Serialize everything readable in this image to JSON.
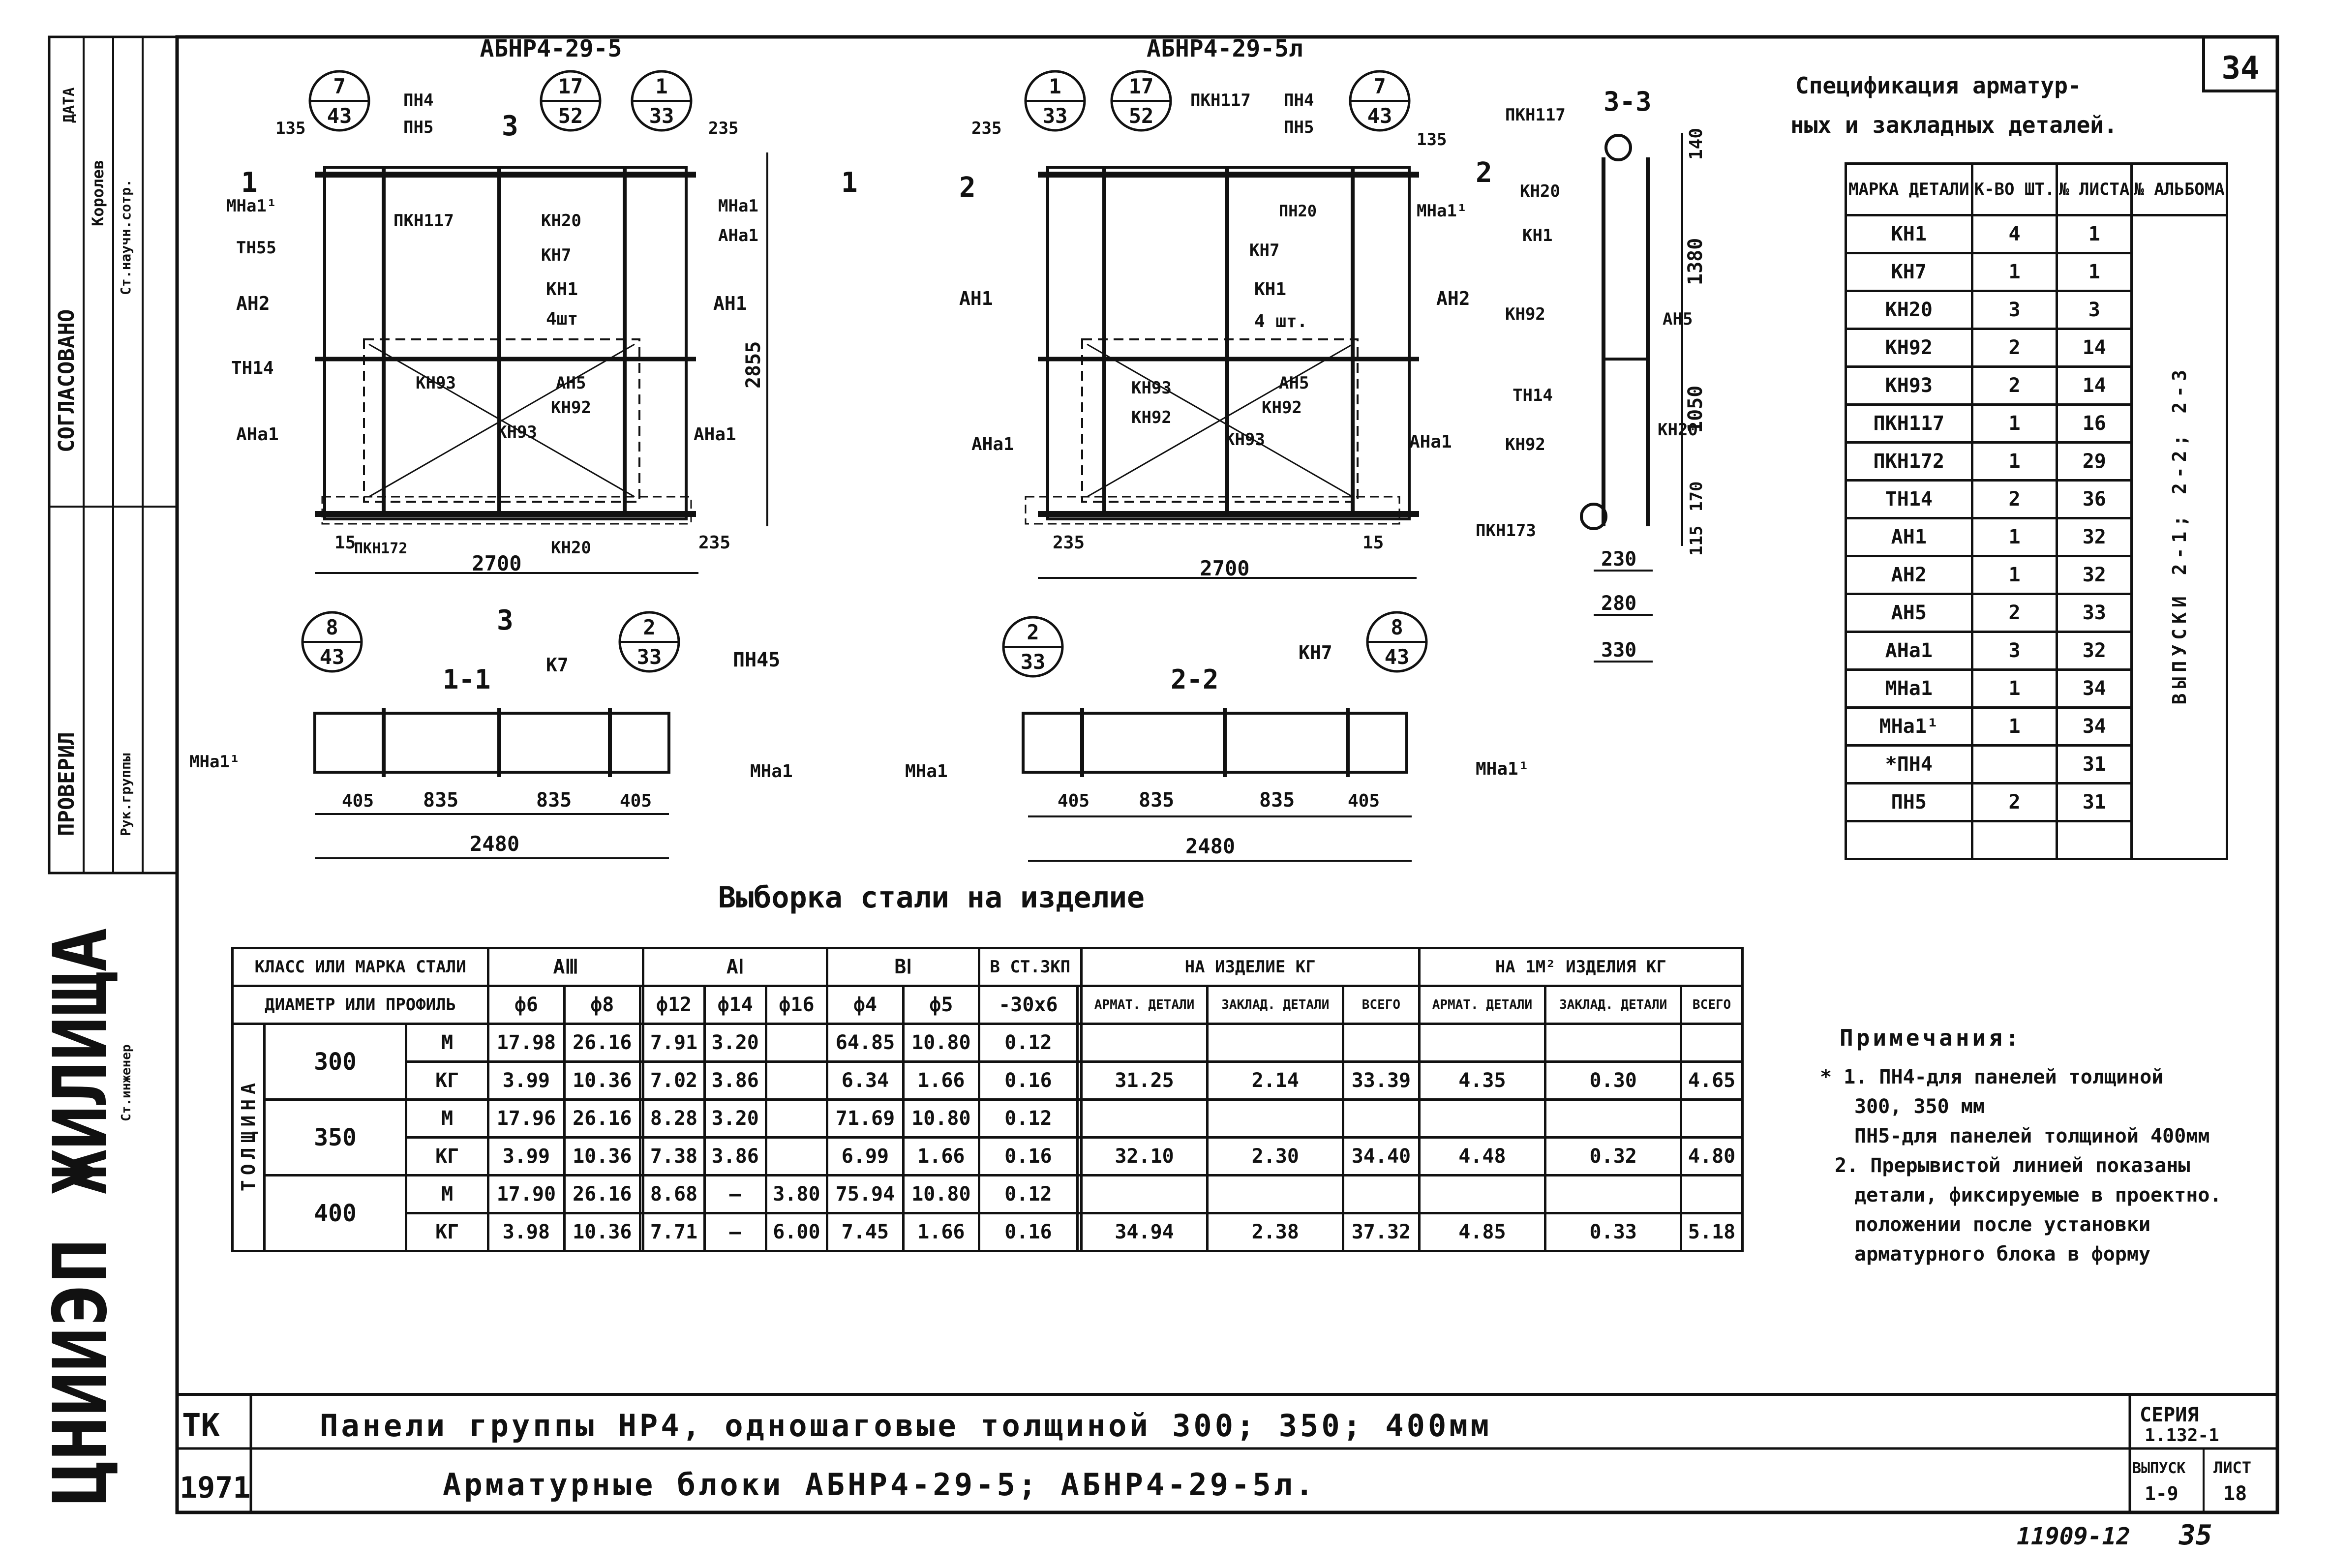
{
  "sheet_number": "34",
  "drawing_titles": {
    "left": "АБНР4-29-5",
    "right": "АБНР4-29-5л"
  },
  "section_labels": {
    "s11": "1-1",
    "s22": "2-2",
    "s33": "3-3",
    "m1": "1",
    "m2": "2",
    "m3": "3"
  },
  "circle_refs": [
    {
      "top": "7",
      "bottom": "43"
    },
    {
      "top": "17",
      "bottom": "52"
    },
    {
      "top": "1",
      "bottom": "33"
    },
    {
      "top": "1",
      "bottom": "33"
    },
    {
      "top": "17",
      "bottom": "52"
    },
    {
      "top": "7",
      "bottom": "43"
    },
    {
      "top": "8",
      "bottom": "43"
    },
    {
      "top": "2",
      "bottom": "33"
    },
    {
      "top": "2",
      "bottom": "33"
    },
    {
      "top": "8",
      "bottom": "43"
    }
  ],
  "left_labels": {
    "pn4": "ПН4",
    "pn5": "ПН5",
    "pkn117": "ПКН117",
    "kn20": "КН20",
    "kn7": "КН7",
    "kn1": "КН1",
    "qty": "4шт",
    "tn55": "ТН55",
    "an2": "АН2",
    "an1": "АН1",
    "tn14": "ТН14",
    "kn93a": "КН93",
    "an5": "АН5",
    "kn92": "КН92",
    "kn93b": "КН93",
    "ana1l": "АНа1",
    "ana1r": "АНа1",
    "mna1": "МНа1",
    "mna11": "МНа1¹",
    "ana1": "АНа1",
    "pkn172": "ПКН172",
    "kn20b": "КН20",
    "d135": "135",
    "d235": "235",
    "d2855": "2855",
    "d2700": "2700",
    "d15": "15",
    "d235b": "235"
  },
  "right_labels": {
    "pkn117": "ПКН117",
    "pn4": "ПН4",
    "pn5": "ПН5",
    "pn20": "ПН20",
    "kn7": "КН7",
    "kn1": "КН1",
    "qty": "4 шт.",
    "ai1": "АН1",
    "an2": "АН2",
    "kn93": "КН93",
    "an5": "АН5",
    "kn92": "КН92",
    "kn92b": "КН92",
    "kn93b": "КН93",
    "ana1l": "АНа1",
    "ana1r": "АНа1",
    "mna11": "МНа1¹",
    "d235": "235",
    "d135": "135",
    "d2700": "2700",
    "d15": "15",
    "d235b": "235"
  },
  "section33_labels": {
    "pkn117": "ПКН117",
    "kn20": "КН20",
    "kn1": "КН1",
    "kn92": "КН92",
    "an5": "АН5",
    "tn14": "ТН14",
    "kn92b": "КН92",
    "kn20b": "КН20",
    "pkn173": "ПКН173",
    "d140": "140",
    "d1380": "1380",
    "d1050": "1050",
    "d170": "170",
    "d115": "115",
    "d230": "230",
    "d280": "280",
    "d330": "330"
  },
  "section11_labels": {
    "k7": "К7",
    "pn45": "ПН45",
    "mna11": "МНа1¹",
    "mna1": "МНа1",
    "d405a": "405",
    "d835a": "835",
    "d835b": "835",
    "d405b": "405",
    "d2480": "2480"
  },
  "section22_labels": {
    "kn7": "КН7",
    "mna1": "МНа1",
    "mna11": "МНа1¹",
    "d405a": "405",
    "d835a": "835",
    "d835b": "835",
    "d405b": "405",
    "d2480": "2480"
  },
  "spec": {
    "title_l1": "Спецификация арматур-",
    "title_l2": "ных и закладных деталей.",
    "headers": {
      "marka": "МАРКА ДЕТАЛИ",
      "count": "К-ВО ШТ.",
      "sheet": "№ ЛИСТА",
      "album": "№ АЛЬБОМА"
    },
    "rows": [
      [
        "КН1",
        "4",
        "1"
      ],
      [
        "КН7",
        "1",
        "1"
      ],
      [
        "КН20",
        "3",
        "3"
      ],
      [
        "КН92",
        "2",
        "14"
      ],
      [
        "КН93",
        "2",
        "14"
      ],
      [
        "ПКН117",
        "1",
        "16"
      ],
      [
        "ПКН172",
        "1",
        "29"
      ],
      [
        "ТН14",
        "2",
        "36"
      ],
      [
        "АН1",
        "1",
        "32"
      ],
      [
        "АН2",
        "1",
        "32"
      ],
      [
        "АН5",
        "2",
        "33"
      ],
      [
        "АНа1",
        "3",
        "32"
      ],
      [
        "МНа1",
        "1",
        "34"
      ],
      [
        "МНа1¹",
        "1",
        "34"
      ],
      [
        "*ПН4",
        "",
        "31"
      ],
      [
        "ПН5",
        "2",
        "31"
      ],
      [
        "",
        "",
        ""
      ]
    ],
    "album_text": "ВЫПУСКИ 2-1; 2-2; 2-3"
  },
  "steel": {
    "title": "Выборка стали на изделие",
    "h_class": "КЛАСС ИЛИ МАРКА СТАЛИ",
    "h_diam": "ДИАМЕТР ИЛИ ПРОФИЛЬ",
    "groups": [
      "АⅢ",
      "АⅠ",
      "ВⅠ",
      "В СТ.3КП",
      "НА ИЗДЕЛИЕ КГ",
      "НА 1М² ИЗДЕЛИЯ КГ"
    ],
    "profiles": [
      "ф6",
      "ф8",
      "",
      "ф12",
      "ф14",
      "ф16",
      "ф4",
      "ф5",
      "-30х6",
      "",
      "АРМАТ. ДЕТАЛИ",
      "ЗАКЛАД. ДЕТАЛИ",
      "ВСЕГО",
      "АРМАТ. ДЕТАЛИ",
      "ЗАКЛАД. ДЕТАЛИ",
      "ВСЕГО"
    ],
    "thickness_label": "ТОЛЩИНА",
    "rows": [
      {
        "t": "300",
        "unit": "М",
        "v": [
          "17.98",
          "26.16",
          "",
          "7.91",
          "3.20",
          "",
          "64.85",
          "10.80",
          "0.12",
          "",
          "",
          "",
          "",
          "",
          "",
          ""
        ]
      },
      {
        "t": "",
        "unit": "КГ",
        "v": [
          "3.99",
          "10.36",
          "",
          "7.02",
          "3.86",
          "",
          "6.34",
          "1.66",
          "0.16",
          "",
          "31.25",
          "2.14",
          "33.39",
          "4.35",
          "0.30",
          "4.65"
        ]
      },
      {
        "t": "350",
        "unit": "М",
        "v": [
          "17.96",
          "26.16",
          "",
          "8.28",
          "3.20",
          "",
          "71.69",
          "10.80",
          "0.12",
          "",
          "",
          "",
          "",
          "",
          "",
          ""
        ]
      },
      {
        "t": "",
        "unit": "КГ",
        "v": [
          "3.99",
          "10.36",
          "",
          "7.38",
          "3.86",
          "",
          "6.99",
          "1.66",
          "0.16",
          "",
          "32.10",
          "2.30",
          "34.40",
          "4.48",
          "0.32",
          "4.80"
        ]
      },
      {
        "t": "400",
        "unit": "М",
        "v": [
          "17.90",
          "26.16",
          "",
          "8.68",
          "—",
          "3.80",
          "75.94",
          "10.80",
          "0.12",
          "",
          "",
          "",
          "",
          "",
          "",
          ""
        ]
      },
      {
        "t": "",
        "unit": "КГ",
        "v": [
          "3.98",
          "10.36",
          "",
          "7.71",
          "—",
          "6.00",
          "7.45",
          "1.66",
          "0.16",
          "",
          "34.94",
          "2.38",
          "37.32",
          "4.85",
          "0.33",
          "5.18"
        ]
      }
    ]
  },
  "notes": {
    "title": "Примечания:",
    "n1a": "* 1. ПН4-для панелей толщиной",
    "n1b": "300, 350 мм",
    "n1c": "ПН5-для панелей толщиной 400мм",
    "n2a": "2. Прерывистой линией показаны",
    "n2b": "детали, фиксируемые в проектно.",
    "n2c": "положении после установки",
    "n2d": "арматурного блока в форму"
  },
  "title_block": {
    "tk": "ТК",
    "year": "1971",
    "line1": "Панели группы НР4, одношаговые толщиной 300; 350; 400мм",
    "line2": "Арматурные блоки АБНР4-29-5; АБНР4-29-5л.",
    "seria_label": "СЕРИЯ",
    "seria_value": "1.132-1",
    "vypusk_label": "ВЫПУСК",
    "vypusk_value": "1-9",
    "list_label": "ЛИСТ",
    "list_value": "18",
    "org": "ЦНИИЭП ЖИЛИЩА",
    "stamp_bottom": "11909-12",
    "page_bottom": "35"
  },
  "side_stamp": {
    "soglasovano": "СОГЛАСОВАНО",
    "proveril": "ПРОВЕРИЛ",
    "date_label": "ДАТА",
    "name1": "Королев",
    "role1": "Ст.научн.сотр.",
    "role2": "Рук.группы",
    "role3": "Ст.инженер"
  }
}
